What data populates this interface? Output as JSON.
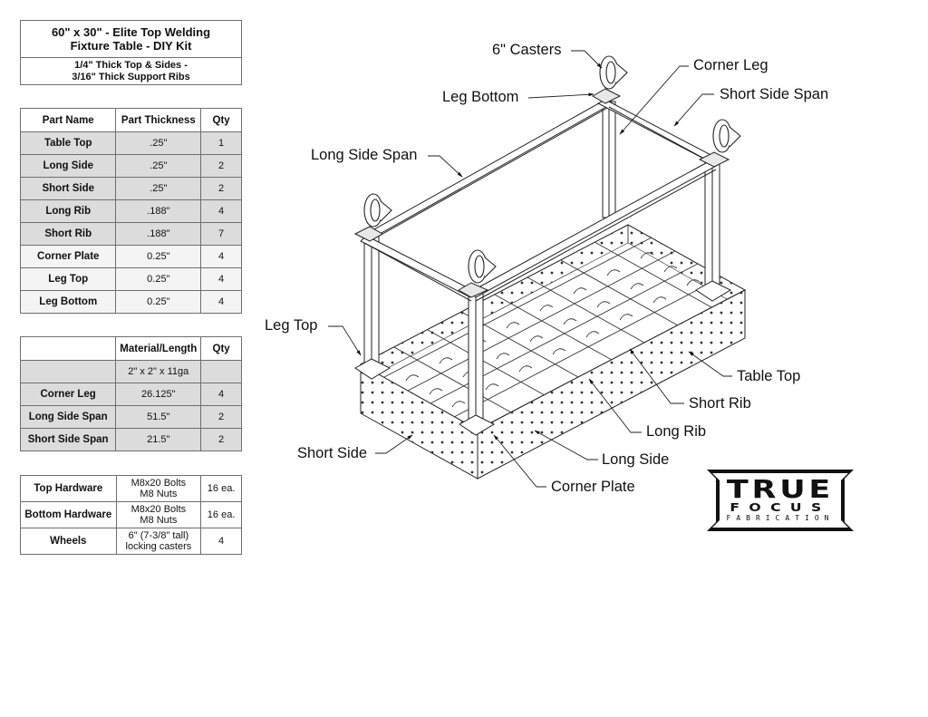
{
  "title_box": {
    "title_line1": "60\" x 30\" - Elite Top Welding",
    "title_line2": "Fixture Table - DIY Kit",
    "subtitle_line1": "1/4\" Thick Top & Sides -",
    "subtitle_line2": "3/16\" Thick Support Ribs"
  },
  "parts_table": {
    "headers": [
      "Part Name",
      "Part Thickness",
      "Qty"
    ],
    "rows": [
      {
        "name": "Table Top",
        "thickness": ".25\"",
        "qty": "1"
      },
      {
        "name": "Long Side",
        "thickness": ".25\"",
        "qty": "2"
      },
      {
        "name": "Short Side",
        "thickness": ".25\"",
        "qty": "2"
      },
      {
        "name": "Long Rib",
        "thickness": ".188\"",
        "qty": "4"
      },
      {
        "name": "Short Rib",
        "thickness": ".188\"",
        "qty": "7"
      },
      {
        "name": "Corner Plate",
        "thickness": "0.25\"",
        "qty": "4"
      },
      {
        "name": "Leg Top",
        "thickness": "0.25\"",
        "qty": "4"
      },
      {
        "name": "Leg Bottom",
        "thickness": "0.25\"",
        "qty": "4"
      }
    ]
  },
  "tube_table": {
    "headers": [
      "",
      "Material/Length",
      "Qty"
    ],
    "material_row": {
      "name": "",
      "length": "2\" x 2\" x 11ga",
      "qty": ""
    },
    "rows": [
      {
        "name": "Corner Leg",
        "length": "26.125\"",
        "qty": "4"
      },
      {
        "name": "Long Side Span",
        "length": "51.5\"",
        "qty": "2"
      },
      {
        "name": "Short Side Span",
        "length": "21.5\"",
        "qty": "2"
      }
    ]
  },
  "hardware_table": {
    "rows": [
      {
        "name": "Top Hardware",
        "desc_line1": "M8x20 Bolts",
        "desc_line2": "M8 Nuts",
        "qty": "16 ea."
      },
      {
        "name": "Bottom Hardware",
        "desc_line1": "M8x20 Bolts",
        "desc_line2": "M8 Nuts",
        "qty": "16 ea."
      },
      {
        "name": "Wheels",
        "desc_line1": "6\" (7-3/8\" tall)",
        "desc_line2": "locking casters",
        "qty": "4"
      }
    ]
  },
  "diagram_labels": {
    "casters": "6\" Casters",
    "leg_bottom": "Leg Bottom",
    "corner_leg": "Corner Leg",
    "short_side_span": "Short Side Span",
    "long_side_span": "Long Side Span",
    "leg_top": "Leg Top",
    "table_top": "Table Top",
    "short_rib": "Short Rib",
    "long_rib": "Long Rib",
    "long_side": "Long Side",
    "short_side": "Short Side",
    "corner_plate": "Corner Plate"
  },
  "logo": {
    "line1": "TRUE",
    "line2": "FOCUS",
    "line3": "FABRICATION"
  }
}
